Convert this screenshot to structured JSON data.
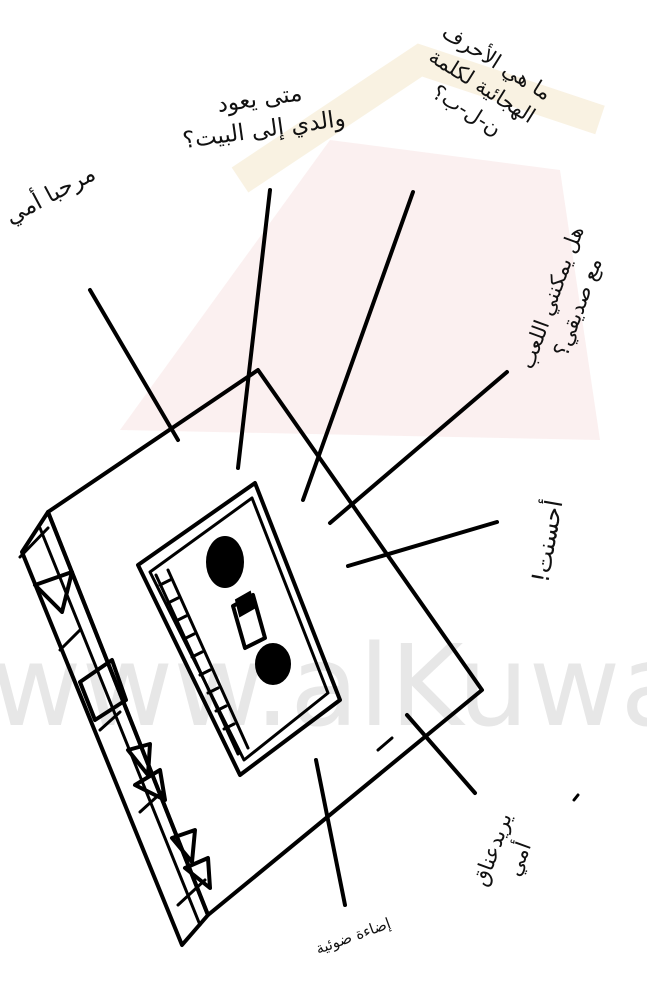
{
  "watermark": {
    "text": "www.alKuwait.com"
  },
  "labels": {
    "hello_mom": "مرحبا أمي",
    "dad_home": "متى يعود\nوالدي إلى البيت؟",
    "letters": "ما هي الأحرف\nالهجائية لكلمة\nن-ل-ب؟",
    "play_friend": "هل يمكنني اللعب\nمع صديقي؟",
    "bad_word": "أحسنت!",
    "hug": "يريدعناق\nأمي",
    "screen_caption": "إضاءة ضوئية"
  },
  "buttons": {
    "play": "play-icon",
    "stop": "stop-icon",
    "next": "next-icon",
    "fast_forward": "fast-forward-icon"
  }
}
